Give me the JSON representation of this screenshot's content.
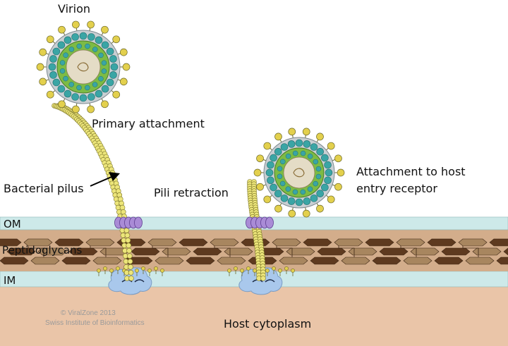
{
  "labels": {
    "virion": "Virion",
    "primary_attachment": "Primary attachment",
    "bacterial_pilus": "Bacterial pilus",
    "pili_retraction": "Pili retraction",
    "attachment_receptor_line1": "Attachment to host",
    "attachment_receptor_line2": "entry receptor",
    "om": "OM",
    "peptidoglycans": "Peptidoglycans",
    "im": "IM",
    "host_cytoplasm": "Host cytoplasm"
  },
  "credits": {
    "line1": "© ViralZone 2013",
    "line2": "Swiss Institute of Bioinformatics"
  },
  "colors": {
    "membrane": "#cde9e9",
    "periplasm": "#d3ad8b",
    "cytoplasm": "#eac5a8",
    "peptidoglycan_dark": "#5e3a1f",
    "peptidoglycan_light": "#a8865f",
    "pilus": "#ece57a",
    "secretin_ring": "#a98bd6",
    "motor": "#a9c8ec",
    "capsid_teal": "#3aa5a5",
    "capsid_green": "#7dbb45",
    "capsid_grey": "#c9cfd3",
    "spike_yellow": "#e3d04d"
  }
}
